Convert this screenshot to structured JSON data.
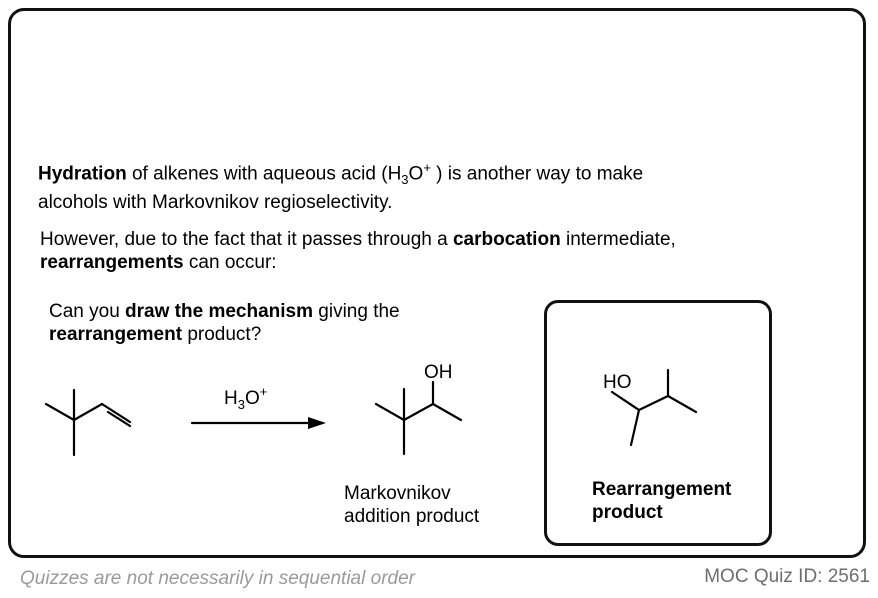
{
  "intro": {
    "bold1": "Hydration",
    "text1": " of alkenes with aqueous acid (H",
    "sub1": "3",
    "text2": "O",
    "sup1": "+",
    "text3": " ) is another way to make",
    "line2": "alcohols with Markovnikov regioselectivity."
  },
  "however": {
    "text1": "However, due to the fact that it passes through a ",
    "bold1": "carbocation",
    "text2": " intermediate,",
    "bold2": "rearrangements",
    "text3": " can occur:"
  },
  "question": {
    "text1": "Can you ",
    "bold1": "draw the mechanism",
    "text2": " giving the",
    "bold2": "rearrangement",
    "text3": " product?"
  },
  "reaction": {
    "reagent_main": "H",
    "reagent_sub": "3",
    "reagent_o": "O",
    "reagent_sup": "+",
    "product_oh": "OH",
    "answer_ho": "HO"
  },
  "markovnikov_label": [
    "Markovnikov",
    "addition product"
  ],
  "rearrangement_label": [
    "Rearrangement",
    "product"
  ],
  "footer": {
    "left": "Quizzes are not necessarily in sequential order",
    "right": "MOC Quiz ID: 2561"
  }
}
